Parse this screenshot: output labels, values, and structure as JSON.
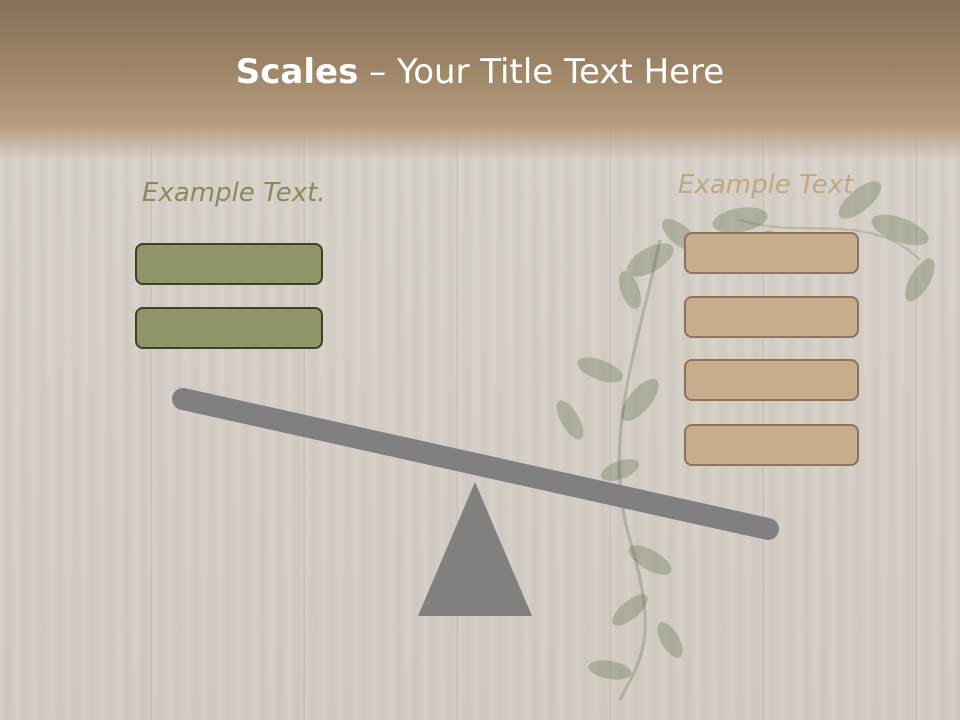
{
  "title": {
    "bold": "Scales",
    "rest": " – Your Title Text Here"
  },
  "left_column": {
    "label": "Example Text.",
    "boxes": 2
  },
  "right_column": {
    "label": "Example Text.",
    "boxes": 4
  },
  "colors": {
    "title_band": "#9d8366",
    "left_box_fill": "#8f9566",
    "left_box_border": "#3f3f2a",
    "right_box_fill": "#c7ad8e",
    "right_box_border": "#8a7563",
    "scale_gray": "#808080"
  }
}
